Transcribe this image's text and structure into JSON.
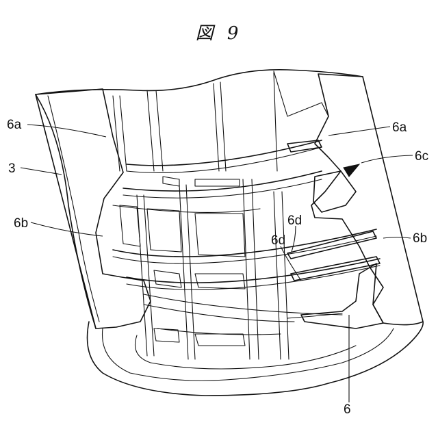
{
  "figure": {
    "title": "図 9"
  },
  "labels": {
    "l_6a_left": "6a",
    "l_3": "3",
    "l_6b_left": "6b",
    "l_6a_right": "6a",
    "l_6c": "6c",
    "l_6d_upper": "6d",
    "l_6d_lower": "6d",
    "l_6b_right": "6b",
    "l_6": "6"
  }
}
